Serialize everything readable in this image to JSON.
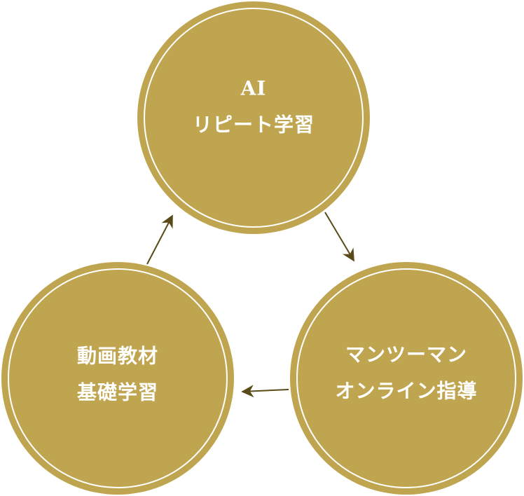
{
  "colors": {
    "circle_fill": "#c0a550",
    "inner_ring": "#ffffff",
    "arrow": "#5a4a1a",
    "label": "#ffffff"
  },
  "nodes": [
    {
      "id": "ai-repeat",
      "line1": "AI",
      "line2": "リピート学習"
    },
    {
      "id": "one-on-one",
      "line1": "マンツーマン",
      "line2": "オンライン指導"
    },
    {
      "id": "video-basics",
      "line1": "動画教材",
      "line2": "基礎学習"
    }
  ]
}
